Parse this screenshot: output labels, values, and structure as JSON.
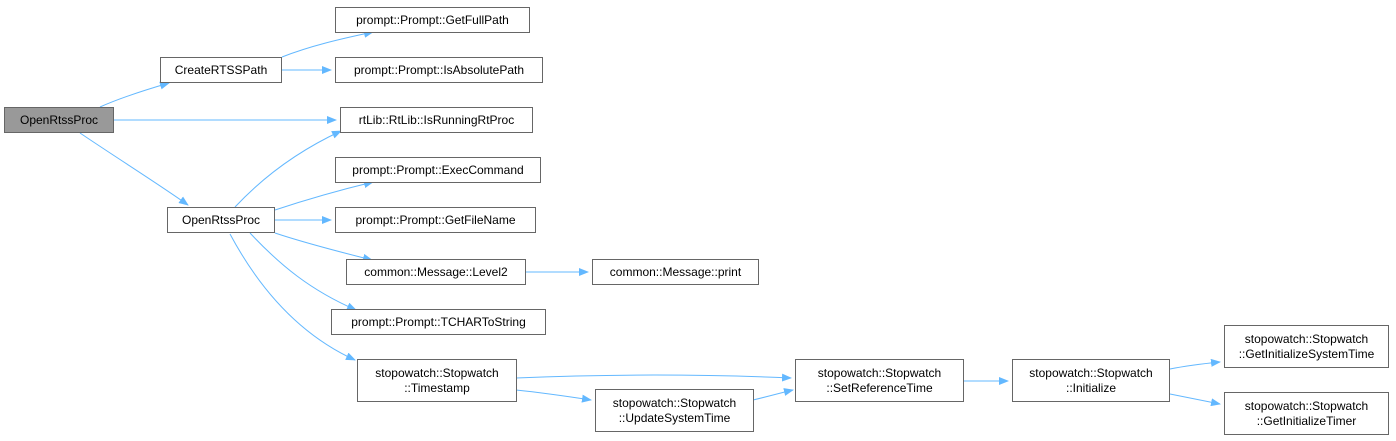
{
  "diagram": {
    "edge_color": "#63b8ff",
    "nodes": [
      {
        "id": "root",
        "lines": [
          "OpenRtssProc"
        ],
        "highlight": true
      },
      {
        "id": "create",
        "lines": [
          "CreateRTSSPath"
        ]
      },
      {
        "id": "getfullpath",
        "lines": [
          "prompt::Prompt::GetFullPath"
        ]
      },
      {
        "id": "isabsolute",
        "lines": [
          "prompt::Prompt::IsAbsolutePath"
        ]
      },
      {
        "id": "isrunning",
        "lines": [
          "rtLib::RtLib::IsRunningRtProc"
        ]
      },
      {
        "id": "exec",
        "lines": [
          "prompt::Prompt::ExecCommand"
        ]
      },
      {
        "id": "openrtss2",
        "lines": [
          "OpenRtssProc"
        ]
      },
      {
        "id": "getfilename",
        "lines": [
          "prompt::Prompt::GetFileName"
        ]
      },
      {
        "id": "level2",
        "lines": [
          "common::Message::Level2"
        ]
      },
      {
        "id": "print",
        "lines": [
          "common::Message::print"
        ]
      },
      {
        "id": "tchar",
        "lines": [
          "prompt::Prompt::TCHARToString"
        ]
      },
      {
        "id": "timestamp",
        "lines": [
          "stopowatch::Stopwatch",
          "::Timestamp"
        ]
      },
      {
        "id": "updatesys",
        "lines": [
          "stopowatch::Stopwatch",
          "::UpdateSystemTime"
        ]
      },
      {
        "id": "setref",
        "lines": [
          "stopowatch::Stopwatch",
          "::SetReferenceTime"
        ]
      },
      {
        "id": "initialize",
        "lines": [
          "stopowatch::Stopwatch",
          "::Initialize"
        ]
      },
      {
        "id": "getinitsys",
        "lines": [
          "stopowatch::Stopwatch",
          "::GetInitializeSystemTime"
        ]
      },
      {
        "id": "getinittimer",
        "lines": [
          "stopowatch::Stopwatch",
          "::GetInitializeTimer"
        ]
      }
    ]
  }
}
